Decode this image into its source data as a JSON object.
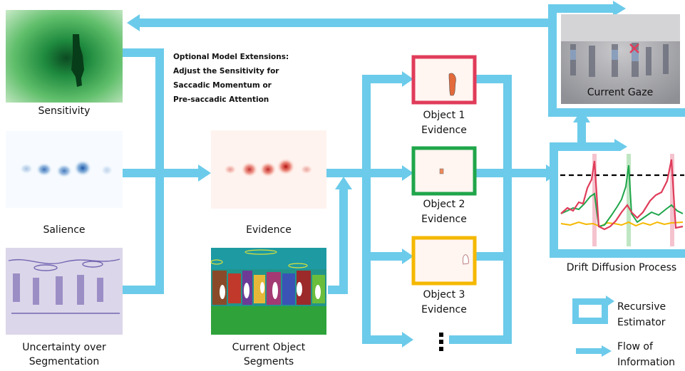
{
  "colors": {
    "flow": "#6ccbea",
    "object1": "#e03c5a",
    "object2": "#1fa64a",
    "object3": "#f5b800",
    "threshold": "#000000"
  },
  "panels": {
    "sensitivity": "Sensitivity",
    "salience": "Salience",
    "uncertainty_line1": "Uncertainty over",
    "uncertainty_line2": "Segmentation",
    "evidence": "Evidence",
    "segments_line1": "Current Object",
    "segments_line2": "Segments",
    "current_gaze": "Current Gaze",
    "drift_diffusion": "Drift Diffusion Process"
  },
  "extensions": {
    "line1": "Optional Model Extensions:",
    "line2": "Adjust the Sensitivity for",
    "line3": "Saccadic Momentum or",
    "line4": "Pre-saccadic Attention"
  },
  "objects": [
    {
      "line1": "Object 1",
      "line2": "Evidence"
    },
    {
      "line1": "Object 2",
      "line2": "Evidence"
    },
    {
      "line1": "Object 3",
      "line2": "Evidence"
    }
  ],
  "more_objects_icon": "vertical-ellipsis-icon",
  "legend": {
    "recursive_line1": "Recursive",
    "recursive_line2": "Estimator",
    "flow_line1": "Flow of",
    "flow_line2": "Information"
  }
}
